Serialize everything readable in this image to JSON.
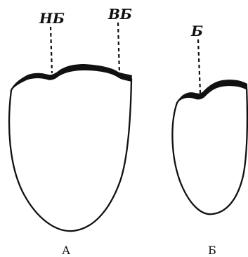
{
  "figure_a": {
    "caption": "А",
    "marker_left": "НБ",
    "marker_right": "ВБ"
  },
  "figure_b": {
    "caption": "Б",
    "marker": "Б"
  }
}
